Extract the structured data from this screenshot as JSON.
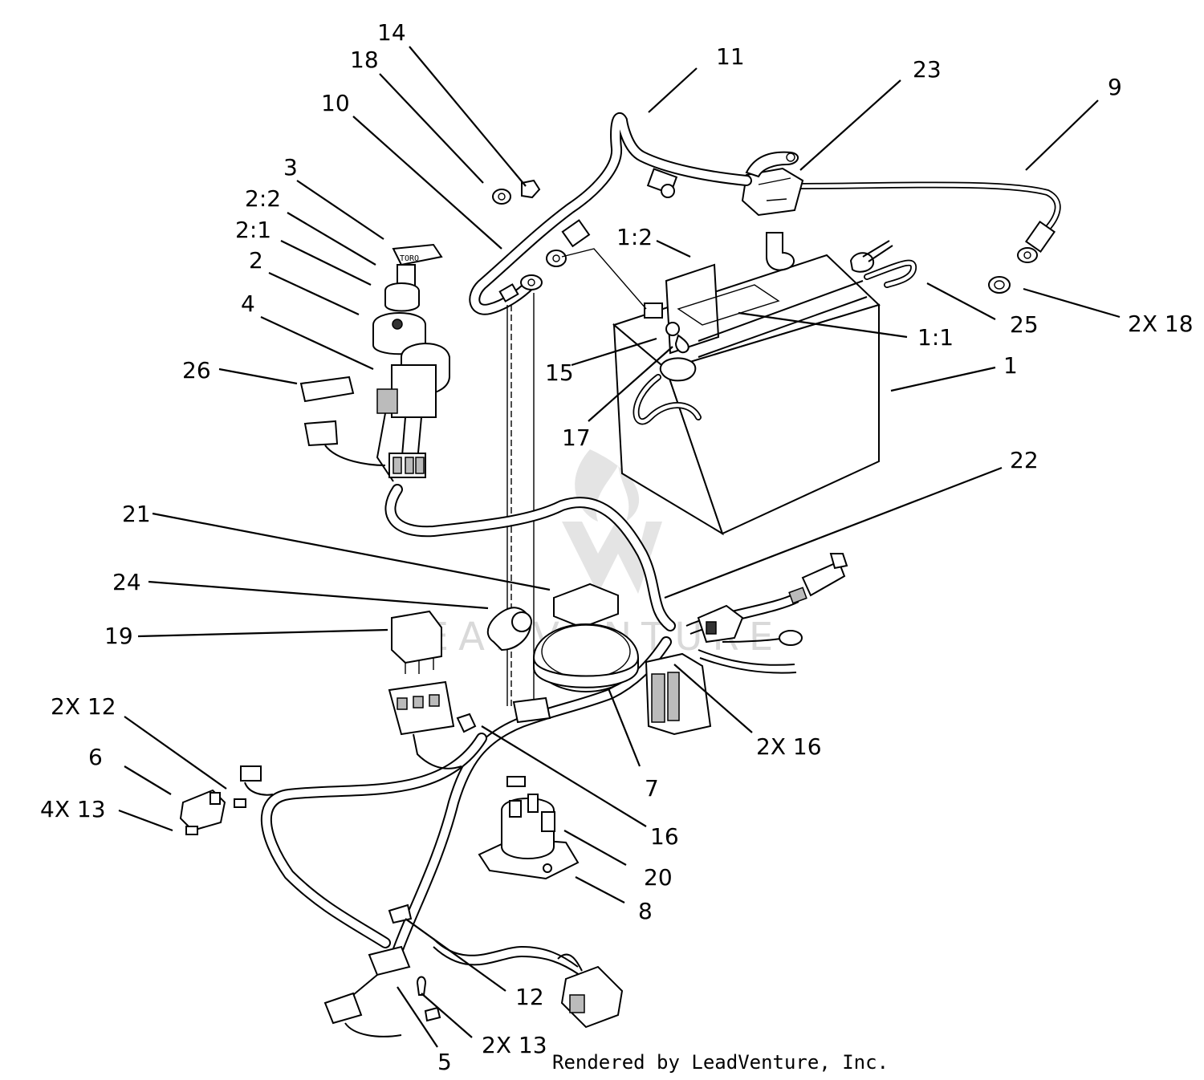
{
  "labels": {
    "l14": "14",
    "l18a": "18",
    "l11": "11",
    "l23": "23",
    "l9": "9",
    "l10": "10",
    "l3": "3",
    "l22a": "2:2",
    "l21a": "2:1",
    "l2": "2",
    "l4": "4",
    "l26": "26",
    "l12a": "1:2",
    "l11b": "1:1",
    "l25": "25",
    "l2x18": "2X 18",
    "l1": "1",
    "l15": "15",
    "l17": "17",
    "l22": "22",
    "l21": "21",
    "l24": "24",
    "l19": "19",
    "l2x12": "2X 12",
    "l6": "6",
    "l4x13": "4X 13",
    "l2x16": "2X 16",
    "l7": "7",
    "l16": "16",
    "l20": "20",
    "l8": "8",
    "l12": "12",
    "l2x13": "2X 13",
    "l5": "5"
  },
  "footer": "Rendered by LeadVenture, Inc.",
  "watermark": "LEADVENTURE"
}
